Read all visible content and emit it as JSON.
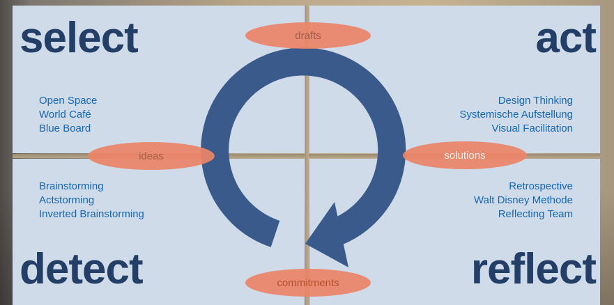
{
  "quadrants": {
    "top_left": {
      "title": "select",
      "methods": [
        "Open Space",
        "World Café",
        "Blue Board"
      ]
    },
    "top_right": {
      "title": "act",
      "methods": [
        "Design Thinking",
        "Systemische Aufstellung",
        "Visual Facilitation"
      ]
    },
    "bottom_left": {
      "title": "detect",
      "methods": [
        "Brainstorming",
        "Actstorming",
        "Inverted Brainstorming"
      ]
    },
    "bottom_right": {
      "title": "reflect",
      "methods": [
        "Retrospective",
        "Walt Disney Methode",
        "Reflecting Team"
      ]
    }
  },
  "transitions": {
    "top": "drafts",
    "left": "ideas",
    "right": "solutions",
    "bottom": "commitments"
  },
  "colors": {
    "panel": "#cfdbe8",
    "title": "#243f67",
    "method_text": "#1566b4",
    "cycle_arrow": "#3a5a8b",
    "transition_oval": "#ec8468"
  },
  "icons": {
    "cycle": "clockwise-cycle-arrow-icon"
  }
}
